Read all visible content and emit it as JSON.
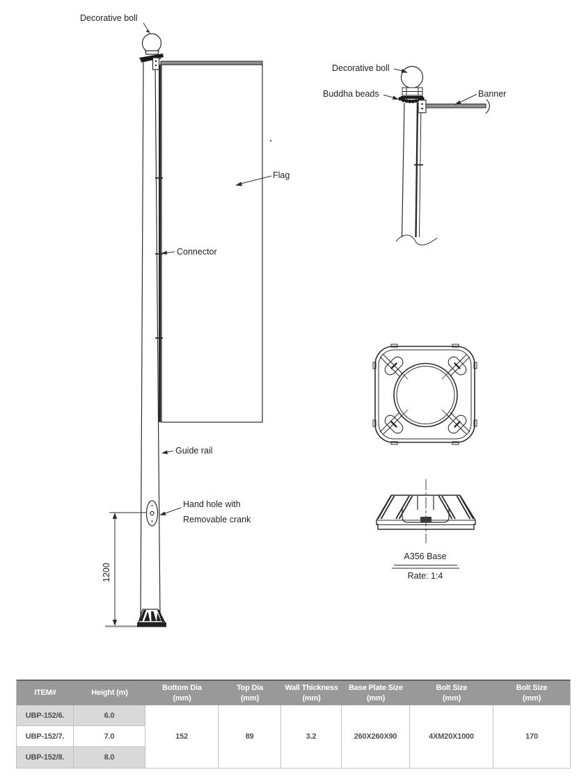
{
  "labels": {
    "decorative_boll": "Decorative boll",
    "flag": "Flag",
    "connector": "Connector",
    "guide_rail": "Guide rail",
    "hand_hole_1": "Hand hole with",
    "hand_hole_2": "Removable crank",
    "dimension_1200": "1200",
    "decorative_boll_detail": "Decorative boll",
    "buddha_beads": "Buddha beads",
    "banner": "Banner",
    "base_title": "A356 Base",
    "base_scale": "Rate: 1:4"
  },
  "table": {
    "headers": [
      {
        "line1": "ITEM#",
        "line2": ""
      },
      {
        "line1": "Height (m)",
        "line2": ""
      },
      {
        "line1": "Bottom Dia",
        "line2": "(mm)"
      },
      {
        "line1": "Top Dia",
        "line2": "(mm)"
      },
      {
        "line1": "Wall Thickness",
        "line2": "(mm)"
      },
      {
        "line1": "Base Plate Size",
        "line2": "(mm)"
      },
      {
        "line1": "Bolt Size",
        "line2": "(mm)"
      },
      {
        "line1": "Bolt Size",
        "line2": "(mm)"
      }
    ],
    "rows": [
      {
        "item": "UBP-152/6.",
        "height": "6.0"
      },
      {
        "item": "UBP-152/7.",
        "height": "7.0"
      },
      {
        "item": "UBP-152/8.",
        "height": "8.0"
      }
    ],
    "merged": {
      "bottom_dia": "152",
      "top_dia": "89",
      "wall_thickness": "3.2",
      "base_plate_size": "260X260X90",
      "bolt_size": "4XM20X1000",
      "bolt_size_2": "170"
    },
    "colors": {
      "header_bg": "#999999",
      "header_text": "#ffffff",
      "alt_row_bg": "#d9d9d9",
      "body_text": "#4f4f4f",
      "border": "#c2c2c2",
      "line_art": "#2b2b2b"
    }
  }
}
